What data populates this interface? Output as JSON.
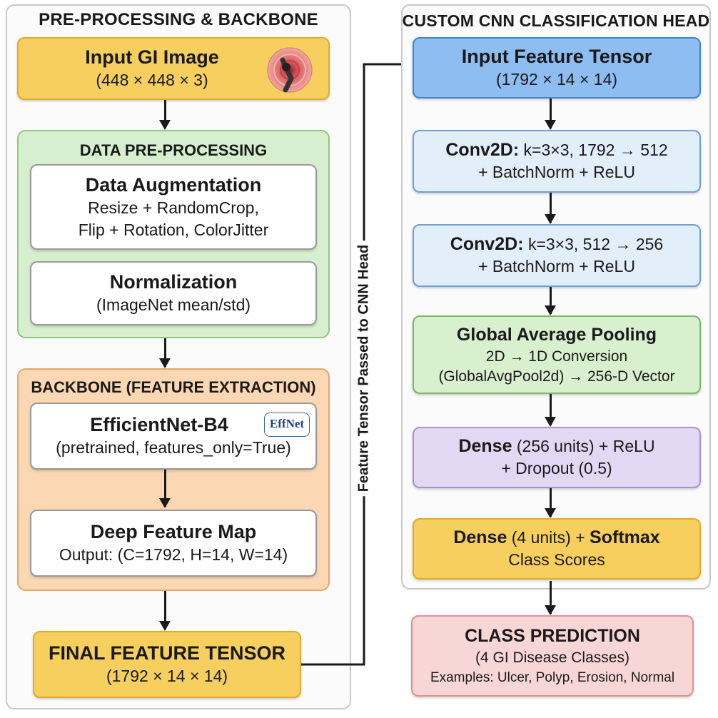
{
  "left_panel": {
    "title": "PRE-PROCESSING & BACKBONE",
    "input": {
      "title": "Input GI Image",
      "dims": "(448 × 448 × 3)"
    },
    "preprocessing": {
      "title": "DATA PRE-PROCESSING",
      "augmentation": {
        "title": "Data Augmentation",
        "line1": "Resize + RandomCrop,",
        "line2": "Flip + Rotation, ColorJitter"
      },
      "normalization": {
        "title": "Normalization",
        "desc": "(ImageNet mean/std)"
      }
    },
    "backbone": {
      "title": "BACKBONE (FEATURE EXTRACTION)",
      "model": {
        "title": "EfficientNet-B4",
        "logo": "EffNet",
        "desc": "(pretrained, features_only=True)"
      },
      "feature_map": {
        "title": "Deep Feature Map",
        "desc": "Output: (C=1792, H=14, W=14)"
      }
    },
    "final_tensor": {
      "title": "FINAL FEATURE TENSOR",
      "dims": "(1792 × 14 × 14)"
    }
  },
  "connector": {
    "label": "Feature Tensor Passed to CNN Head"
  },
  "right_panel": {
    "title": "CUSTOM CNN CLASSIFICATION HEAD",
    "input_tensor": {
      "title": "Input Feature Tensor",
      "dims": "(1792 × 14 × 14)"
    },
    "conv1": {
      "bold": "Conv2D:",
      "rest": " k=3×3, 1792 → 512",
      "line2": "+ BatchNorm + ReLU"
    },
    "conv2": {
      "bold": "Conv2D:",
      "rest": " k=3×3, 512 → 256",
      "line2": "+ BatchNorm + ReLU"
    },
    "gap": {
      "title": "Global Average Pooling",
      "line1": "2D → 1D Conversion",
      "line2": "(GlobalAvgPool2d) → 256-D Vector"
    },
    "dense1": {
      "bold": "Dense",
      "rest": " (256 units) + ReLU",
      "line2": "+ Dropout (0.5)"
    },
    "dense2": {
      "bold": "Dense",
      "rest": " (4 units) + ",
      "bold2": "Softmax",
      "line2": "Class Scores"
    }
  },
  "prediction": {
    "title": "CLASS PREDICTION",
    "line1": "(4 GI Disease Classes)",
    "line2": "Examples: Ulcer, Polyp, Erosion, Normal"
  },
  "colors": {
    "yellow": "#f7cf5e",
    "blue": "#8ebdf2",
    "green": "#d9f0cf",
    "orange": "#fbd8b3",
    "purple": "#e3d8f3",
    "pink": "#f9d6d6"
  },
  "icons": {
    "input_image": "endoscopy-image-icon",
    "model_logo": "effnet-logo"
  }
}
